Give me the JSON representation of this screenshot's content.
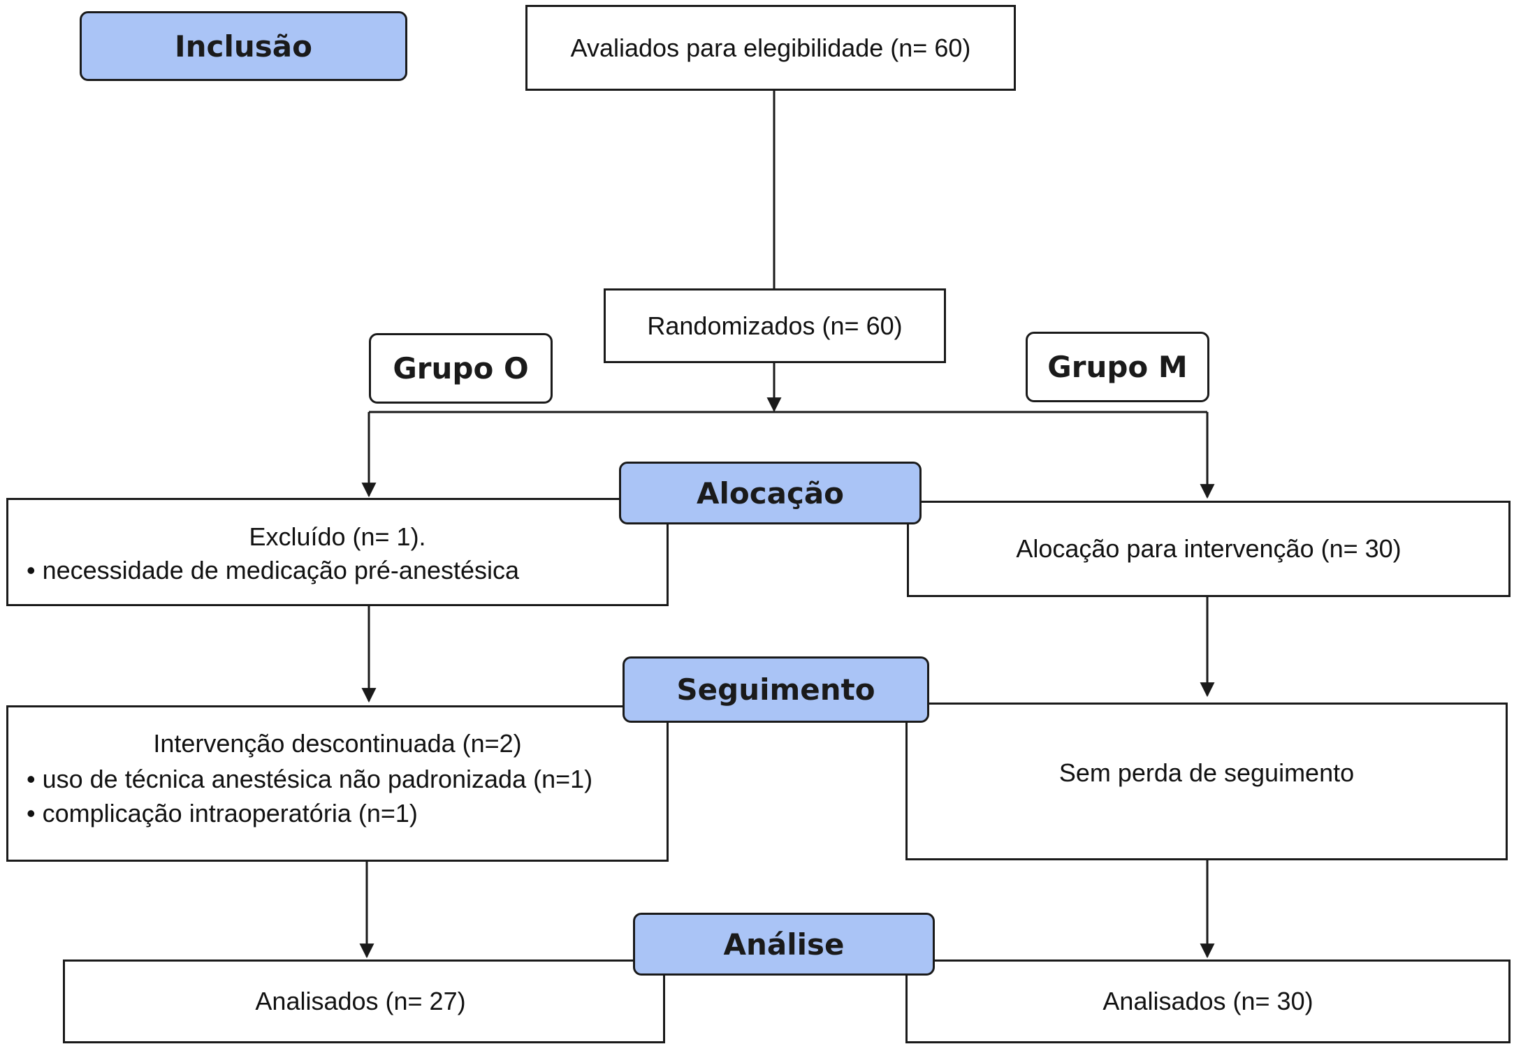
{
  "stages": {
    "inclusao": "Inclusão",
    "alocacao": "Alocação",
    "seguimento": "Seguimento",
    "analise": "Análise"
  },
  "groups": {
    "o": "Grupo O",
    "m": "Grupo M"
  },
  "boxes": {
    "eligibility": "Avaliados para elegibilidade (n= 60)",
    "randomized": "Randomizados (n= 60)",
    "excluded_title": "Excluído (n= 1).",
    "excluded_item": "• necessidade de medicação pré-anestésica",
    "allocation_m": "Alocação para intervenção (n= 30)",
    "discontinued_title": "Intervenção descontinuada (n=2)",
    "discontinued_item1": "• uso de técnica anestésica não padronizada (n=1)",
    "discontinued_item2": "• complicação intraoperatória (n=1)",
    "followup_m": "Sem perda de seguimento",
    "analysed_o": "Analisados (n= 27)",
    "analysed_m": "Analisados (n= 30)"
  },
  "colors": {
    "stage_fill": "#aac4f6",
    "border": "#1a1a1a"
  }
}
